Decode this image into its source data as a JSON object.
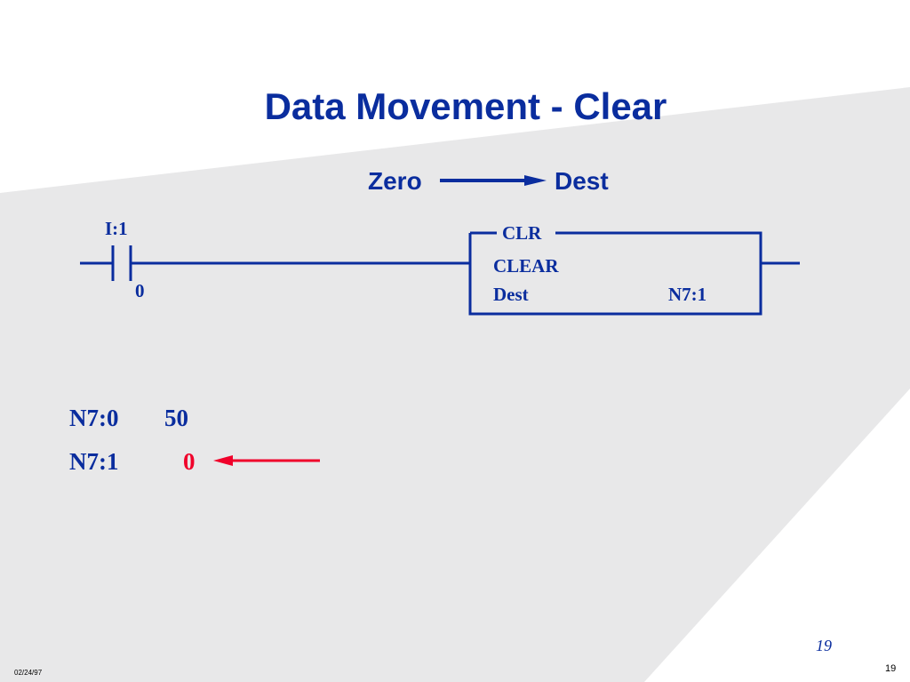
{
  "slide": {
    "title": "Data Movement - Clear",
    "flow": {
      "from": "Zero",
      "to": "Dest"
    }
  },
  "ladder": {
    "contact": {
      "address": "I:1",
      "bit": "0"
    },
    "instruction": {
      "mnemonic": "CLR",
      "name": "CLEAR",
      "dest_label": "Dest",
      "dest_value": "N7:1"
    }
  },
  "table": {
    "rows": [
      {
        "address": "N7:0",
        "value": "50"
      },
      {
        "address": "N7:1",
        "value": "0"
      }
    ]
  },
  "footer": {
    "slide_number_italic": "19",
    "date": "02/24/97",
    "page_number": "19"
  },
  "colors": {
    "accent": "#0a2d9e",
    "highlight": "#f0002a",
    "background_band": "#e8e8e9"
  }
}
